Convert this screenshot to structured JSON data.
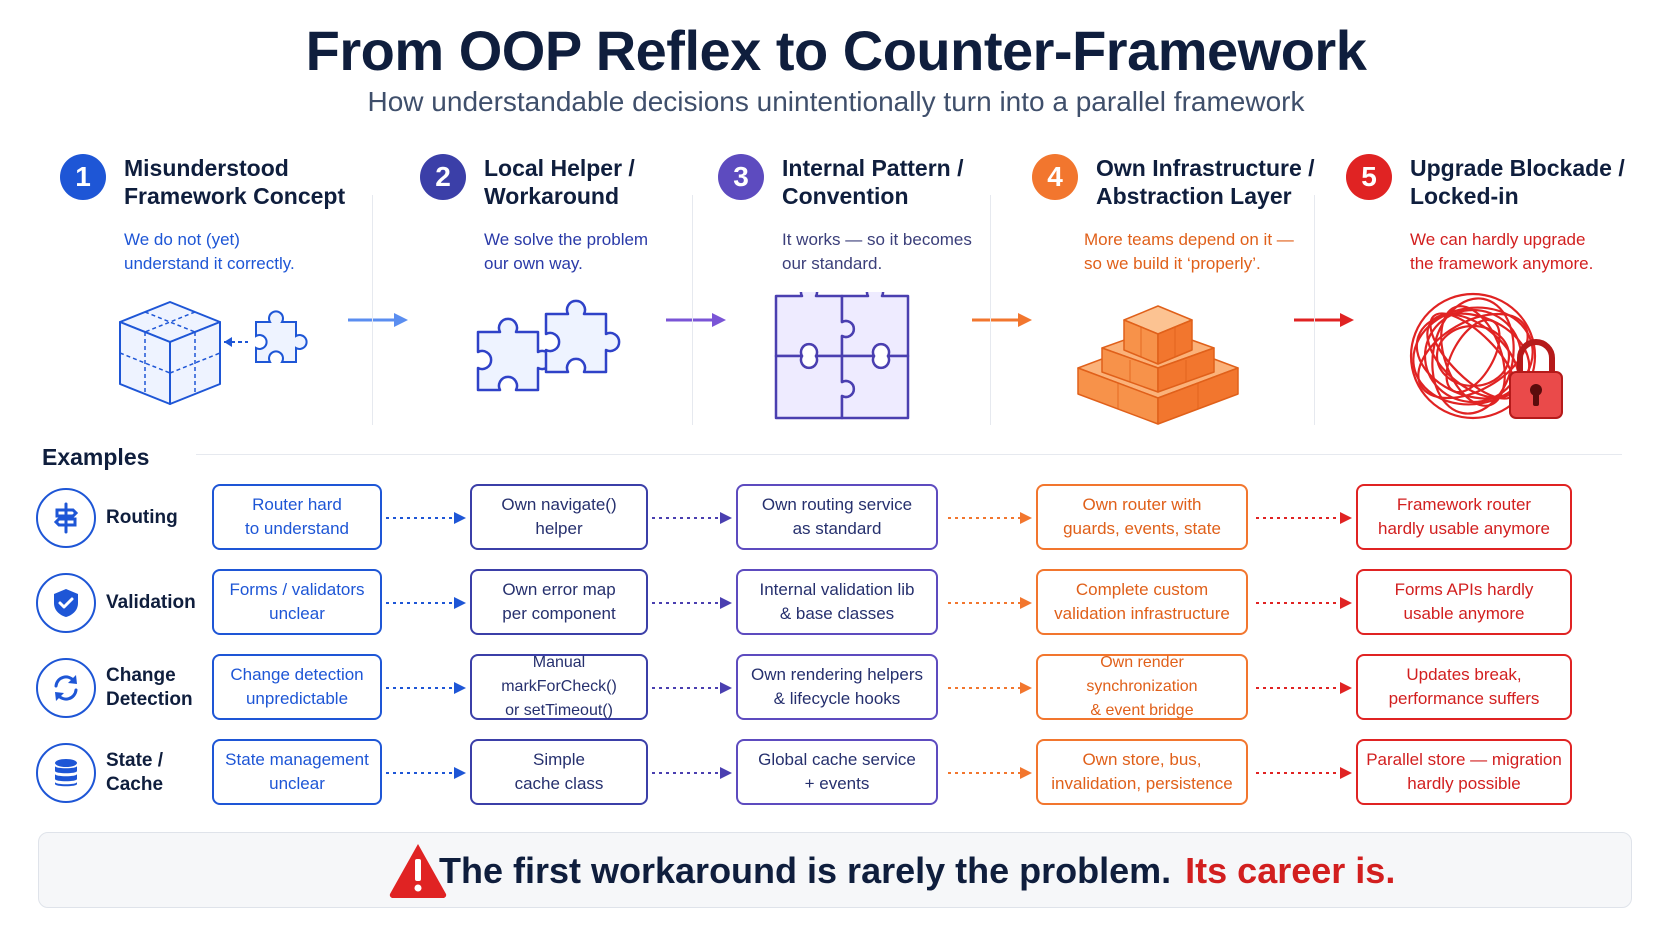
{
  "title": "From OOP Reflex to Counter-Framework",
  "subtitle": "How understandable decisions unintentionally turn into a parallel framework",
  "colors": {
    "stage1": "#1e56d6",
    "stage2": "#3b3fa8",
    "stage3": "#5d4bbf",
    "stage4": "#f2762e",
    "stage5": "#e02323",
    "text_dark": "#0f1e3d"
  },
  "stages": [
    {
      "num": "1",
      "title_line1": "Misunderstood",
      "title_line2": "Framework Concept",
      "desc_line1": "We do not (yet)",
      "desc_line2": "understand it correctly.",
      "icon": "cube-puzzle-icon"
    },
    {
      "num": "2",
      "title_line1": "Local Helper /",
      "title_line2": "Workaround",
      "desc_line1": "We solve the problem",
      "desc_line2": "our own way.",
      "icon": "puzzle-pair-icon"
    },
    {
      "num": "3",
      "title_line1": "Internal Pattern /",
      "title_line2": "Convention",
      "desc_line1": "It works — so it becomes",
      "desc_line2": "our standard.",
      "icon": "puzzle-grid-icon"
    },
    {
      "num": "4",
      "title_line1": "Own Infrastructure /",
      "title_line2": "Abstraction Layer",
      "desc_line1": "More teams depend on it —",
      "desc_line2": "so we build it ‘properly’.",
      "icon": "stacked-blocks-icon"
    },
    {
      "num": "5",
      "title_line1": "Upgrade Blockade /",
      "title_line2": "Locked-in",
      "desc_line1": "We can hardly upgrade",
      "desc_line2": "the framework anymore.",
      "icon": "tangle-lock-icon"
    }
  ],
  "examples_label": "Examples",
  "rows": [
    {
      "label_line1": "Routing",
      "label_line2": "",
      "icon": "signpost-icon",
      "cells": [
        [
          "Router hard",
          "to understand"
        ],
        [
          "Own navigate()",
          "helper"
        ],
        [
          "Own routing service",
          "as standard"
        ],
        [
          "Own router with",
          "guards, events, state"
        ],
        [
          "Framework router",
          "hardly usable anymore"
        ]
      ]
    },
    {
      "label_line1": "Validation",
      "label_line2": "",
      "icon": "shield-check-icon",
      "cells": [
        [
          "Forms / validators",
          "unclear"
        ],
        [
          "Own error map",
          "per component"
        ],
        [
          "Internal validation lib",
          "& base classes"
        ],
        [
          "Complete custom",
          "validation infrastructure"
        ],
        [
          "Forms APIs hardly",
          "usable anymore"
        ]
      ]
    },
    {
      "label_line1": "Change",
      "label_line2": "Detection",
      "icon": "refresh-icon",
      "cells": [
        [
          "Change detection",
          "unpredictable"
        ],
        [
          "Manual markForCheck()",
          "or setTimeout()"
        ],
        [
          "Own rendering helpers",
          "& lifecycle hooks"
        ],
        [
          "Own render synchronization",
          "& event bridge"
        ],
        [
          "Updates break,",
          "performance suffers"
        ]
      ]
    },
    {
      "label_line1": "State / Cache",
      "label_line2": "",
      "icon": "database-icon",
      "cells": [
        [
          "State management",
          "unclear"
        ],
        [
          "Simple",
          "cache class"
        ],
        [
          "Global cache service",
          "+ events"
        ],
        [
          "Own store, bus,",
          "invalidation, persistence"
        ],
        [
          "Parallel store — migration",
          "hardly possible"
        ]
      ]
    }
  ],
  "bottom": {
    "text": "The first workaround is rarely the problem.",
    "accent": "Its career is.",
    "icon": "warning-icon"
  }
}
